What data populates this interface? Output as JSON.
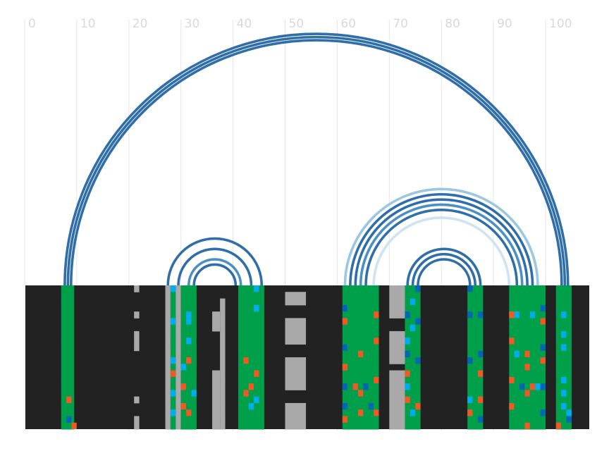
{
  "axis": {
    "ticks": [
      0,
      10,
      20,
      30,
      40,
      50,
      60,
      70,
      80,
      90,
      100
    ],
    "tick_labels": [
      "0",
      "10",
      "20",
      "30",
      "40",
      "50",
      "60",
      "70",
      "80",
      "90",
      "100"
    ],
    "x_range": [
      0,
      108
    ]
  },
  "colors": {
    "background": "#222222",
    "paired": "#00a04b",
    "unpaired": "#a9a9a9",
    "orange": "#ef5a24",
    "blue": "#0066b3",
    "cyan": "#00aeef",
    "arc_dark": "#2f6ea9",
    "arc_mid": "#4a90c2",
    "arc_light": "#9cc7e0",
    "arc_faint": "#cfe3f0",
    "grid": "#e6e6e6"
  },
  "chart_data": {
    "type": "arc-diagram",
    "rows": 22,
    "columns": [
      {
        "start": 7,
        "end": 9.5,
        "kind": "paired"
      },
      {
        "start": 21,
        "end": 22,
        "kind": "unpaired",
        "gaps": [
          [
            1,
            3
          ],
          [
            5,
            6
          ],
          [
            10,
            16
          ],
          [
            18,
            19
          ]
        ]
      },
      {
        "start": 27,
        "end": 28,
        "kind": "unpaired"
      },
      {
        "start": 28,
        "end": 29,
        "kind": "paired"
      },
      {
        "start": 29,
        "end": 30,
        "kind": "unpaired"
      },
      {
        "start": 30,
        "end": 33,
        "kind": "paired"
      },
      {
        "start": 36,
        "end": 37.5,
        "kind": "unpaired",
        "gaps": [
          [
            0,
            3
          ],
          [
            7,
            12
          ]
        ]
      },
      {
        "start": 37.5,
        "end": 38.5,
        "kind": "unpaired",
        "gaps": [
          [
            0,
            1
          ]
        ]
      },
      {
        "start": 41,
        "end": 46,
        "kind": "paired"
      },
      {
        "start": 50,
        "end": 54,
        "kind": "unpaired",
        "gaps": [
          [
            0,
            0
          ],
          [
            3,
            4
          ],
          [
            9,
            10
          ],
          [
            16,
            17
          ]
        ]
      },
      {
        "start": 61,
        "end": 68,
        "kind": "paired"
      },
      {
        "start": 70,
        "end": 73,
        "kind": "unpaired",
        "gaps": [
          [
            5,
            6
          ],
          [
            12,
            12
          ]
        ]
      },
      {
        "start": 73,
        "end": 76,
        "kind": "paired"
      },
      {
        "start": 85,
        "end": 88,
        "kind": "paired"
      },
      {
        "start": 93,
        "end": 100,
        "kind": "paired"
      },
      {
        "start": 102,
        "end": 105,
        "kind": "paired"
      }
    ],
    "arcs": [
      {
        "from": 7.7,
        "to": 104.3,
        "shade": "dark"
      },
      {
        "from": 8.3,
        "to": 103.7,
        "shade": "dark"
      },
      {
        "from": 8.9,
        "to": 103.1,
        "shade": "dark"
      },
      {
        "from": 27.5,
        "to": 45.5,
        "shade": "dark"
      },
      {
        "from": 29.5,
        "to": 43.5,
        "shade": "dark"
      },
      {
        "from": 31.5,
        "to": 41.5,
        "shade": "mid"
      },
      {
        "from": 32.5,
        "to": 40.5,
        "shade": "dark"
      },
      {
        "from": 61.5,
        "to": 98.5,
        "shade": "light"
      },
      {
        "from": 62.5,
        "to": 97.5,
        "shade": "dark"
      },
      {
        "from": 63.5,
        "to": 96.5,
        "shade": "dark"
      },
      {
        "from": 64.5,
        "to": 95.5,
        "shade": "mid"
      },
      {
        "from": 65.5,
        "to": 94.5,
        "shade": "dark"
      },
      {
        "from": 67,
        "to": 93,
        "shade": "faint"
      },
      {
        "from": 73.5,
        "to": 87.5,
        "shade": "dark"
      },
      {
        "from": 74.5,
        "to": 86.5,
        "shade": "dark"
      },
      {
        "from": 75.5,
        "to": 85.5,
        "shade": "dark"
      }
    ],
    "cells": [
      {
        "x": 8,
        "row": 17,
        "c": "orange"
      },
      {
        "x": 8,
        "row": 20,
        "c": "blue"
      },
      {
        "x": 9,
        "row": 21,
        "c": "orange"
      },
      {
        "x": 28,
        "row": 0,
        "c": "cyan"
      },
      {
        "x": 28,
        "row": 5,
        "c": "cyan"
      },
      {
        "x": 28,
        "row": 11,
        "c": "cyan"
      },
      {
        "x": 28,
        "row": 13,
        "c": "orange"
      },
      {
        "x": 28,
        "row": 16,
        "c": "cyan"
      },
      {
        "x": 28,
        "row": 19,
        "c": "cyan"
      },
      {
        "x": 30,
        "row": 12,
        "c": "cyan"
      },
      {
        "x": 30,
        "row": 15,
        "c": "orange"
      },
      {
        "x": 30,
        "row": 18,
        "c": "orange"
      },
      {
        "x": 31,
        "row": 4,
        "c": "cyan"
      },
      {
        "x": 31,
        "row": 5,
        "c": "cyan"
      },
      {
        "x": 31,
        "row": 8,
        "c": "cyan"
      },
      {
        "x": 31,
        "row": 11,
        "c": "orange"
      },
      {
        "x": 31,
        "row": 19,
        "c": "orange"
      },
      {
        "x": 32,
        "row": 16,
        "c": "cyan"
      },
      {
        "x": 42,
        "row": 11,
        "c": "orange"
      },
      {
        "x": 42,
        "row": 16,
        "c": "orange"
      },
      {
        "x": 43,
        "row": 15,
        "c": "orange"
      },
      {
        "x": 43,
        "row": 18,
        "c": "cyan"
      },
      {
        "x": 44,
        "row": 0,
        "c": "cyan"
      },
      {
        "x": 44,
        "row": 3,
        "c": "cyan"
      },
      {
        "x": 44,
        "row": 13,
        "c": "orange"
      },
      {
        "x": 44,
        "row": 17,
        "c": "cyan"
      },
      {
        "x": 61,
        "row": 3,
        "c": "blue"
      },
      {
        "x": 61,
        "row": 5,
        "c": "orange"
      },
      {
        "x": 61,
        "row": 9,
        "c": "blue"
      },
      {
        "x": 61,
        "row": 12,
        "c": "orange"
      },
      {
        "x": 61,
        "row": 15,
        "c": "blue"
      },
      {
        "x": 61,
        "row": 18,
        "c": "blue"
      },
      {
        "x": 61,
        "row": 20,
        "c": "orange"
      },
      {
        "x": 63,
        "row": 15,
        "c": "orange"
      },
      {
        "x": 64,
        "row": 10,
        "c": "orange"
      },
      {
        "x": 64,
        "row": 16,
        "c": "orange"
      },
      {
        "x": 64,
        "row": 19,
        "c": "orange"
      },
      {
        "x": 65,
        "row": 15,
        "c": "blue"
      },
      {
        "x": 66,
        "row": 18,
        "c": "blue"
      },
      {
        "x": 67,
        "row": 4,
        "c": "orange"
      },
      {
        "x": 67,
        "row": 8,
        "c": "orange"
      },
      {
        "x": 67,
        "row": 14,
        "c": "orange"
      },
      {
        "x": 67,
        "row": 19,
        "c": "orange"
      },
      {
        "x": 73,
        "row": 4,
        "c": "blue"
      },
      {
        "x": 73,
        "row": 8,
        "c": "cyan"
      },
      {
        "x": 73,
        "row": 10,
        "c": "blue"
      },
      {
        "x": 73,
        "row": 13,
        "c": "orange"
      },
      {
        "x": 73,
        "row": 15,
        "c": "cyan"
      },
      {
        "x": 73,
        "row": 17,
        "c": "orange"
      },
      {
        "x": 74,
        "row": 2,
        "c": "cyan"
      },
      {
        "x": 74,
        "row": 6,
        "c": "cyan"
      },
      {
        "x": 74,
        "row": 19,
        "c": "cyan"
      },
      {
        "x": 75,
        "row": 0,
        "c": "blue"
      },
      {
        "x": 75,
        "row": 5,
        "c": "blue"
      },
      {
        "x": 75,
        "row": 11,
        "c": "blue"
      },
      {
        "x": 75,
        "row": 18,
        "c": "orange"
      },
      {
        "x": 85,
        "row": 0,
        "c": "blue"
      },
      {
        "x": 85,
        "row": 4,
        "c": "blue"
      },
      {
        "x": 85,
        "row": 11,
        "c": "blue"
      },
      {
        "x": 85,
        "row": 17,
        "c": "cyan"
      },
      {
        "x": 85,
        "row": 19,
        "c": "orange"
      },
      {
        "x": 87,
        "row": 4,
        "c": "blue"
      },
      {
        "x": 87,
        "row": 10,
        "c": "blue"
      },
      {
        "x": 87,
        "row": 13,
        "c": "orange"
      },
      {
        "x": 87,
        "row": 17,
        "c": "orange"
      },
      {
        "x": 87,
        "row": 20,
        "c": "blue"
      },
      {
        "x": 93,
        "row": 4,
        "c": "orange"
      },
      {
        "x": 93,
        "row": 8,
        "c": "orange"
      },
      {
        "x": 93,
        "row": 14,
        "c": "orange"
      },
      {
        "x": 93,
        "row": 18,
        "c": "orange"
      },
      {
        "x": 94,
        "row": 4,
        "c": "cyan"
      },
      {
        "x": 94,
        "row": 10,
        "c": "cyan"
      },
      {
        "x": 95,
        "row": 15,
        "c": "blue"
      },
      {
        "x": 96,
        "row": 10,
        "c": "orange"
      },
      {
        "x": 96,
        "row": 12,
        "c": "orange"
      },
      {
        "x": 96,
        "row": 16,
        "c": "orange"
      },
      {
        "x": 96,
        "row": 21,
        "c": "orange"
      },
      {
        "x": 97,
        "row": 4,
        "c": "cyan"
      },
      {
        "x": 97,
        "row": 15,
        "c": "orange"
      },
      {
        "x": 98,
        "row": 15,
        "c": "cyan"
      },
      {
        "x": 99,
        "row": 3,
        "c": "blue"
      },
      {
        "x": 99,
        "row": 5,
        "c": "orange"
      },
      {
        "x": 99,
        "row": 9,
        "c": "blue"
      },
      {
        "x": 99,
        "row": 11,
        "c": "orange"
      },
      {
        "x": 99,
        "row": 15,
        "c": "blue"
      },
      {
        "x": 99,
        "row": 19,
        "c": "blue"
      },
      {
        "x": 103,
        "row": 4,
        "c": "cyan"
      },
      {
        "x": 103,
        "row": 7,
        "c": "cyan"
      },
      {
        "x": 103,
        "row": 9,
        "c": "cyan"
      },
      {
        "x": 103,
        "row": 14,
        "c": "cyan"
      },
      {
        "x": 103,
        "row": 16,
        "c": "cyan"
      },
      {
        "x": 103,
        "row": 18,
        "c": "cyan"
      },
      {
        "x": 104,
        "row": 19,
        "c": "cyan"
      },
      {
        "x": 104,
        "row": 20,
        "c": "blue"
      },
      {
        "x": 102,
        "row": 21,
        "c": "orange"
      }
    ]
  }
}
